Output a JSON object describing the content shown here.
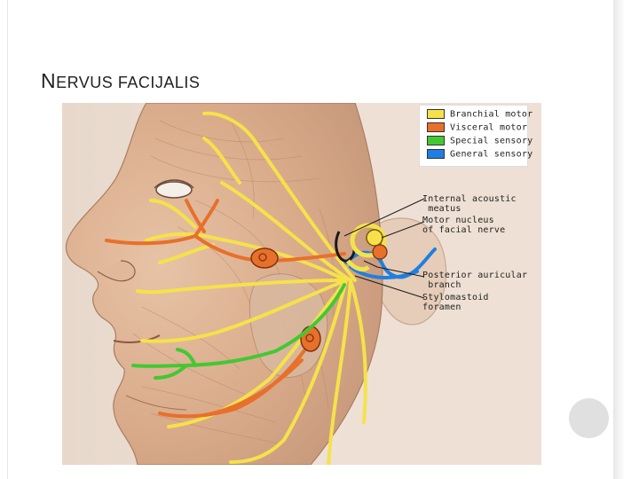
{
  "slide": {
    "title_initial": "N",
    "title_rest": "ERVUS FACIJALIS"
  },
  "legend": [
    {
      "label": "Branchial motor",
      "color": "#f5e24a"
    },
    {
      "label": "Visceral motor",
      "color": "#e8702a"
    },
    {
      "label": "Special sensory",
      "color": "#43c832"
    },
    {
      "label": "General sensory",
      "color": "#1f7fe0"
    }
  ],
  "labels": {
    "internal_acoustic_meatus": "Internal acoustic\n meatus",
    "motor_nucleus": "Motor nucleus\nof facial nerve",
    "posterior_auricular": "Posterior auricular\n branch",
    "stylomastoid": "Stylomastoid\nforamen"
  }
}
